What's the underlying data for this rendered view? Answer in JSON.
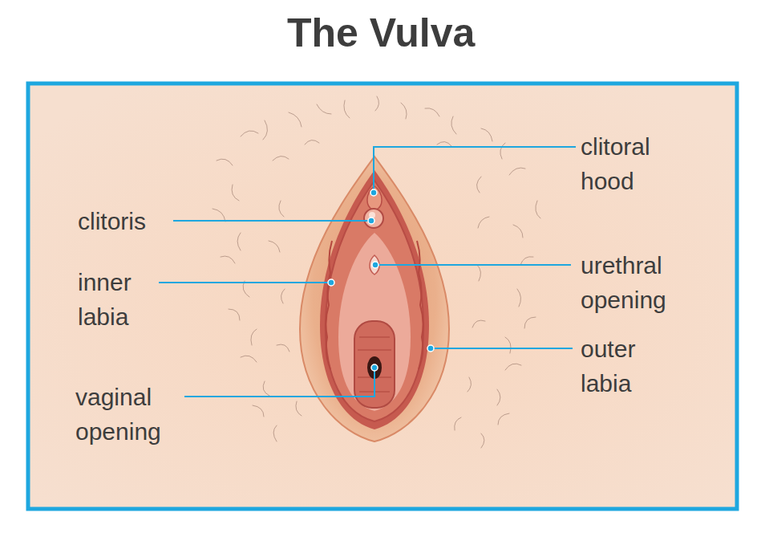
{
  "diagram": {
    "title": "The Vulva",
    "labels": [
      "clitoral hood",
      "clitoris",
      "inner labia",
      "urethral opening",
      "outer labia",
      "vaginal opening"
    ]
  }
}
